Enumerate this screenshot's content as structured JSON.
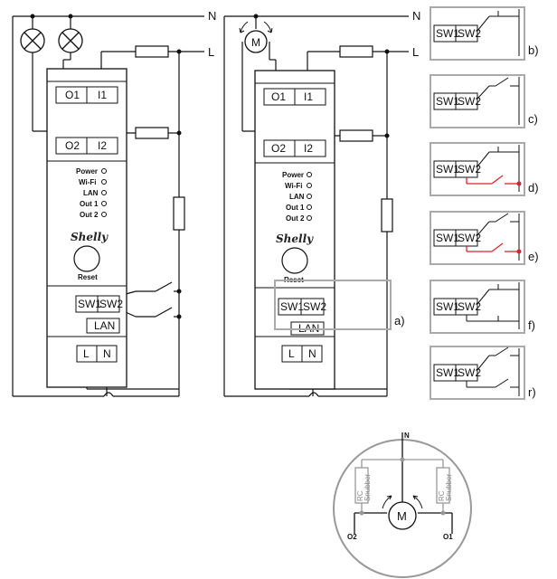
{
  "lines": {
    "neutral": "N",
    "live": "L"
  },
  "terminals": {
    "o1": "O1",
    "i1": "I1",
    "o2": "O2",
    "i2": "I2",
    "sw1": "SW1",
    "sw2": "SW2",
    "lan": "LAN",
    "l": "L",
    "n": "N"
  },
  "leds": [
    "Power",
    "Wi-Fi",
    "LAN",
    "Out 1",
    "Out 2"
  ],
  "brand": "Shelly",
  "reset": "Reset",
  "motor": "M",
  "variants": [
    "a)",
    "b)",
    "c)",
    "d)",
    "e)",
    "f)",
    "r)"
  ],
  "snubber": [
    "RC",
    "Snubber"
  ],
  "motor_terminals": {
    "left": "O2",
    "right": "O1",
    "top": "N"
  },
  "colors": {
    "wire": "#111111",
    "gray": "#999999",
    "red": "#d9232a"
  }
}
